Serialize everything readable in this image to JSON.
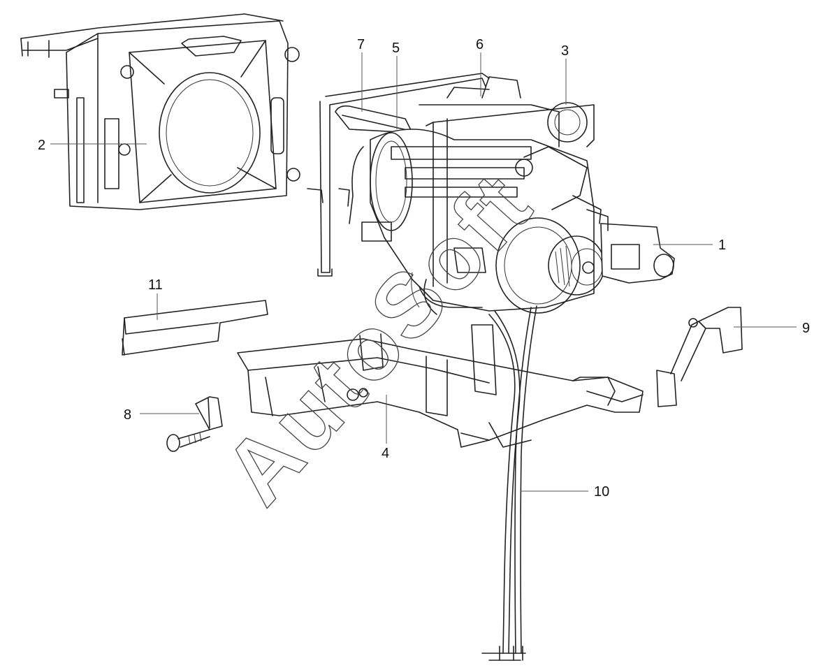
{
  "watermark": "AutoSoft",
  "callouts": [
    {
      "id": "1",
      "label": "1"
    },
    {
      "id": "2",
      "label": "2"
    },
    {
      "id": "3",
      "label": "3"
    },
    {
      "id": "4",
      "label": "4"
    },
    {
      "id": "5",
      "label": "5"
    },
    {
      "id": "6",
      "label": "6"
    },
    {
      "id": "7",
      "label": "7"
    },
    {
      "id": "8",
      "label": "8"
    },
    {
      "id": "9",
      "label": "9"
    },
    {
      "id": "10",
      "label": "10"
    },
    {
      "id": "11",
      "label": "11"
    }
  ]
}
